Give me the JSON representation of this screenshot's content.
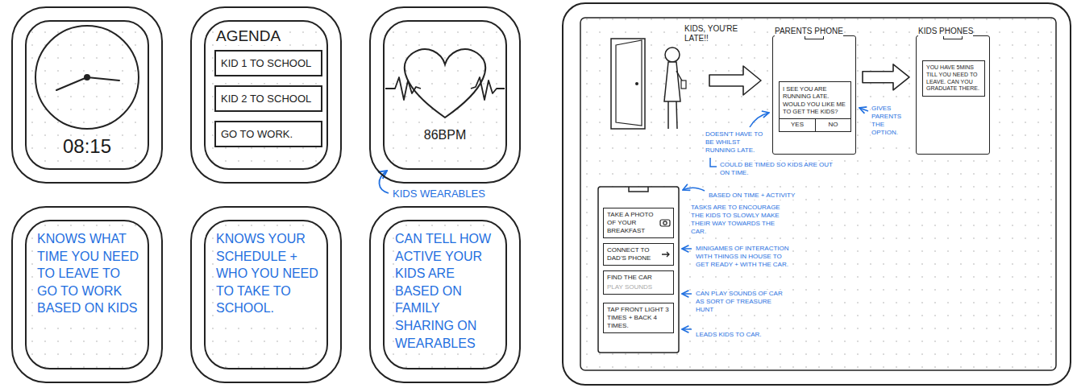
{
  "diagram": {
    "nodes": [
      {
        "text": [
          "08:15"
        ]
      },
      {
        "text": [
          "AGENDA"
        ]
      },
      {
        "text": [
          "KID 1 TO SCHOOL"
        ],
        "in": 1
      },
      {
        "text": [
          "KID 2 TO SCHOOL"
        ],
        "in": 1
      },
      {
        "text": [
          "GO TO WORK."
        ],
        "in": 1
      },
      {
        "text": [
          "86BPM"
        ]
      },
      {
        "text": [
          "KNOWS WHAT TIME YOU NEED TO LEAVE TO GO TO WORK BASED ON KIDS"
        ]
      },
      {
        "text": [
          "KNOWS YOUR SCHEDULE + WHO YOU NEED TO TAKE TO SCHOOL."
        ]
      },
      {
        "text": [
          "CAN TELL HOW ACTIVE YOUR KIDS ARE BASED ON FAMILY SHARING ON WEARABLES"
        ]
      },
      {
        "text": [
          "PARENTS PHONE"
        ]
      },
      {
        "text": [
          "I SEE YOU ARE RUNNING LATE. WOULD YOU LIKE ME TO GET THE KIDS?"
        ],
        "in": 9
      },
      {
        "text": [
          "YES"
        ],
        "in": 10
      },
      {
        "text": [
          "NO"
        ],
        "in": 10
      },
      {
        "text": [
          "KIDS PHONES"
        ]
      },
      {
        "text": [
          "YOU HAVE 5MINS TILL YOU NEED TO LEAVE. CAN YOU GRADUATE THERE."
        ],
        "in": 13
      },
      {
        "text": [
          "TAKE A PHOTO OF YOUR BREAKFAST"
        ]
      },
      {
        "text": [
          "CONNECT TO DAD'S PHONE"
        ]
      },
      {
        "text": [
          "FIND THE CAR",
          "PLAY SOUNDS"
        ]
      },
      {
        "text": [
          "TAP FRONT LIGHT 3 TIMES + BACK 4 TIMES."
        ]
      }
    ],
    "edges": [
      {
        "from": 9,
        "to": 13,
        "arrow": "to"
      }
    ],
    "labels": [
      "KIDS WEARABLES",
      "KIDS, YOU'RE LATE!!",
      "DOESN'T HAVE TO BE WHILST RUNNING LATE.",
      "COULD BE TIMED SO KIDS ARE OUT ON TIME.",
      "GIVES PARENTS THE OPTION.",
      "BASED ON TIME + ACTIVITY",
      "TASKS ARE TO ENCOURAGE THE KIDS TO SLOWLY MAKE THEIR WAY TOWARDS THE CAR.",
      "MINIGAMES OF INTERACTION WITH THINGS IN HOUSE TO GET READY + WITH THE CAR.",
      "CAN PLAY SOUNDS OF CAR AS SORT OF TREASURE HUNT",
      "LEADS KIDS TO CAR."
    ]
  }
}
